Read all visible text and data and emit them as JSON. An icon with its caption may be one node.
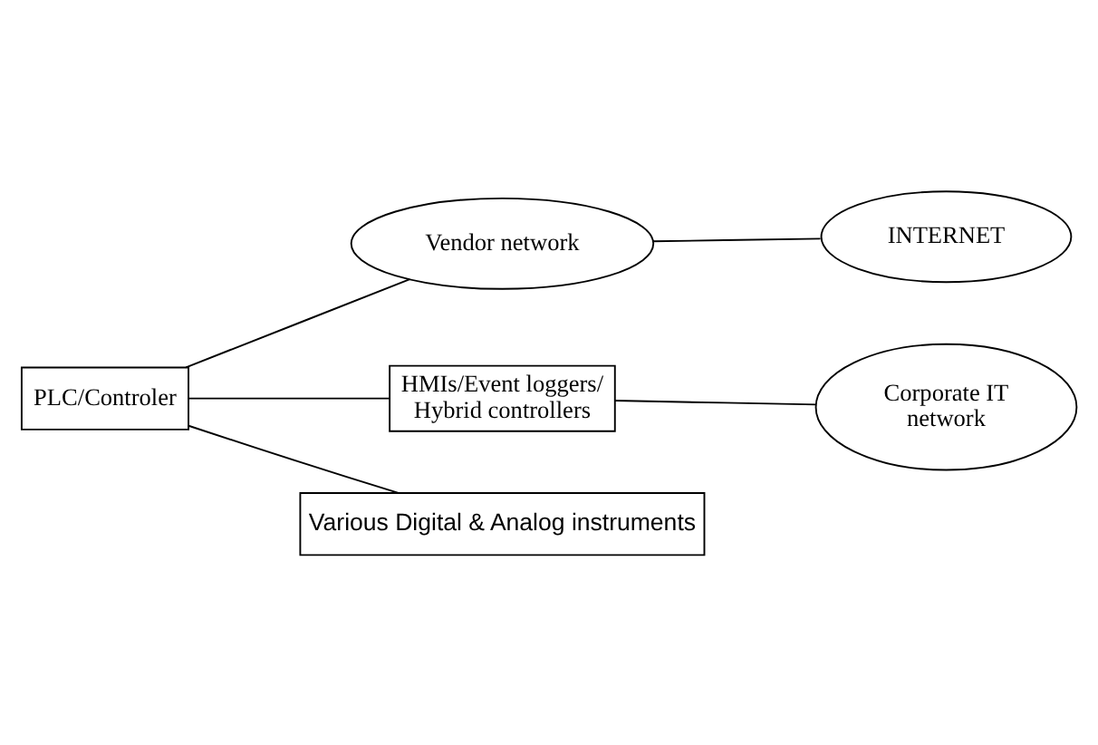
{
  "diagram": {
    "nodes": [
      {
        "text": [
          "Vendor network"
        ]
      },
      {
        "text": [
          "INTERNET"
        ]
      },
      {
        "text": [
          "PLC/Controler"
        ]
      },
      {
        "text": [
          "HMIs/Event loggers/ Hybrid controllers"
        ]
      },
      {
        "text": [
          "Corporate IT network"
        ]
      },
      {
        "text": [
          "Various Digital & Analog instruments"
        ]
      }
    ],
    "edges": [
      {
        "from": 0,
        "to": 1,
        "arrow": "none"
      },
      {
        "from": 2,
        "to": 0,
        "arrow": "none"
      },
      {
        "from": 2,
        "to": 3,
        "arrow": "none"
      },
      {
        "from": 3,
        "to": 4,
        "arrow": "none"
      },
      {
        "from": 2,
        "to": 5,
        "arrow": "none"
      }
    ]
  }
}
